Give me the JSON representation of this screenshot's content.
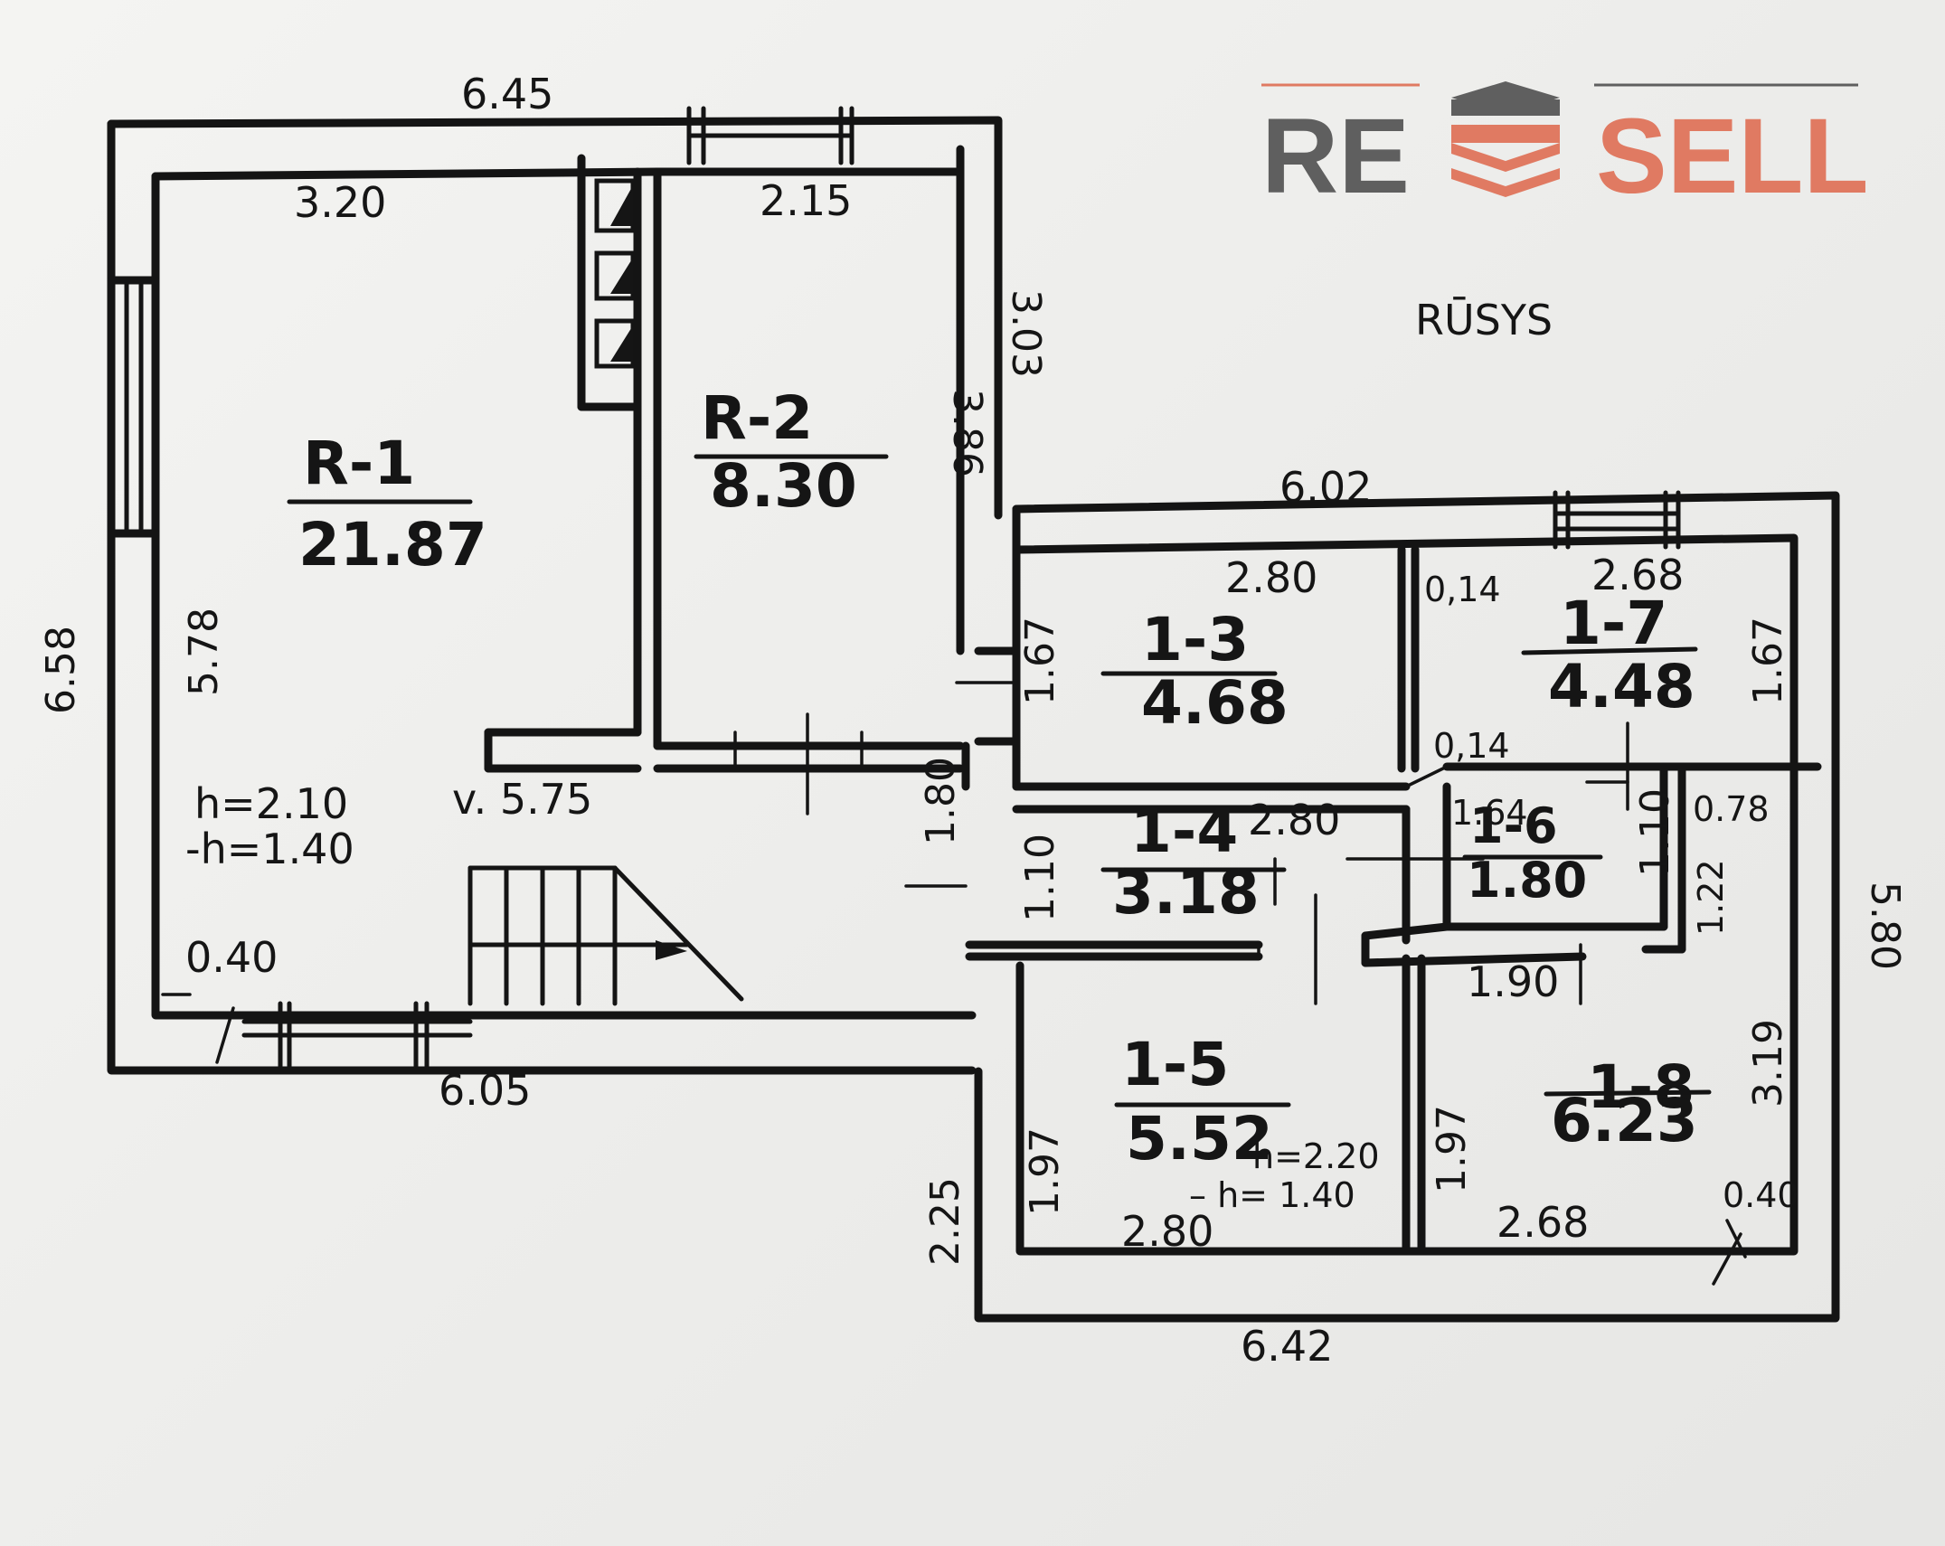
{
  "logo": {
    "text_left": "RE",
    "text_right": "SELL",
    "colors": {
      "grey": "#5f5f5f",
      "accent": "#e07a62"
    },
    "icon": "stacked-layers-icon"
  },
  "annotation_top": "RŪSYS",
  "rooms": [
    {
      "id": "R-1",
      "label": "R-1",
      "area": "21.87"
    },
    {
      "id": "R-2",
      "label": "R-2",
      "area": "8.30"
    },
    {
      "id": "1-3",
      "label": "1-3",
      "area": "4.68"
    },
    {
      "id": "1-7",
      "label": "1-7",
      "area": "4.48"
    },
    {
      "id": "1-4",
      "label": "1-4",
      "area": "3.18"
    },
    {
      "id": "1-6",
      "label": "1-6",
      "area": "1.80"
    },
    {
      "id": "1-5",
      "label": "1-5",
      "area": "5.52"
    },
    {
      "id": "1-8",
      "label": "1-8",
      "area": "6.23"
    }
  ],
  "dimensions": {
    "top_overall": "6.45",
    "r1_width": "3.20",
    "r2_width": "2.15",
    "r2_height": "3.86",
    "right_upper": "3.03",
    "left_overall": "6.58",
    "r1_height": "5.78",
    "mid_top": "6.02",
    "r13_width": "2.80",
    "gap_a": "0,14",
    "r17_width": "2.68",
    "r13_height": "1.67",
    "r17_height": "1.67",
    "gap_b": "0,14",
    "r14_width": "2.80",
    "r16_width": "1.64",
    "r16_side": "0.78",
    "left_mid": "1.80",
    "r14_height": "1.10",
    "r16_height": "1.10",
    "r16_side_h": "1.22",
    "right_overall": "5.80",
    "r16_bottom": "1.90",
    "wall_left": "0.40",
    "bottom_left": "6.05",
    "r18_height": "3.19",
    "r15_height": "1.97",
    "r18_left_h": "1.97",
    "lower_left": "2.25",
    "r15_width": "2.80",
    "r18_width": "2.68",
    "wall_right": "0.40",
    "bottom_overall": "6.42"
  },
  "notes": {
    "h1": "h=2.10",
    "h2": "-h=1.40",
    "v": "v. 5.75",
    "h3": "h=2.20",
    "h4": "– h= 1.40"
  }
}
